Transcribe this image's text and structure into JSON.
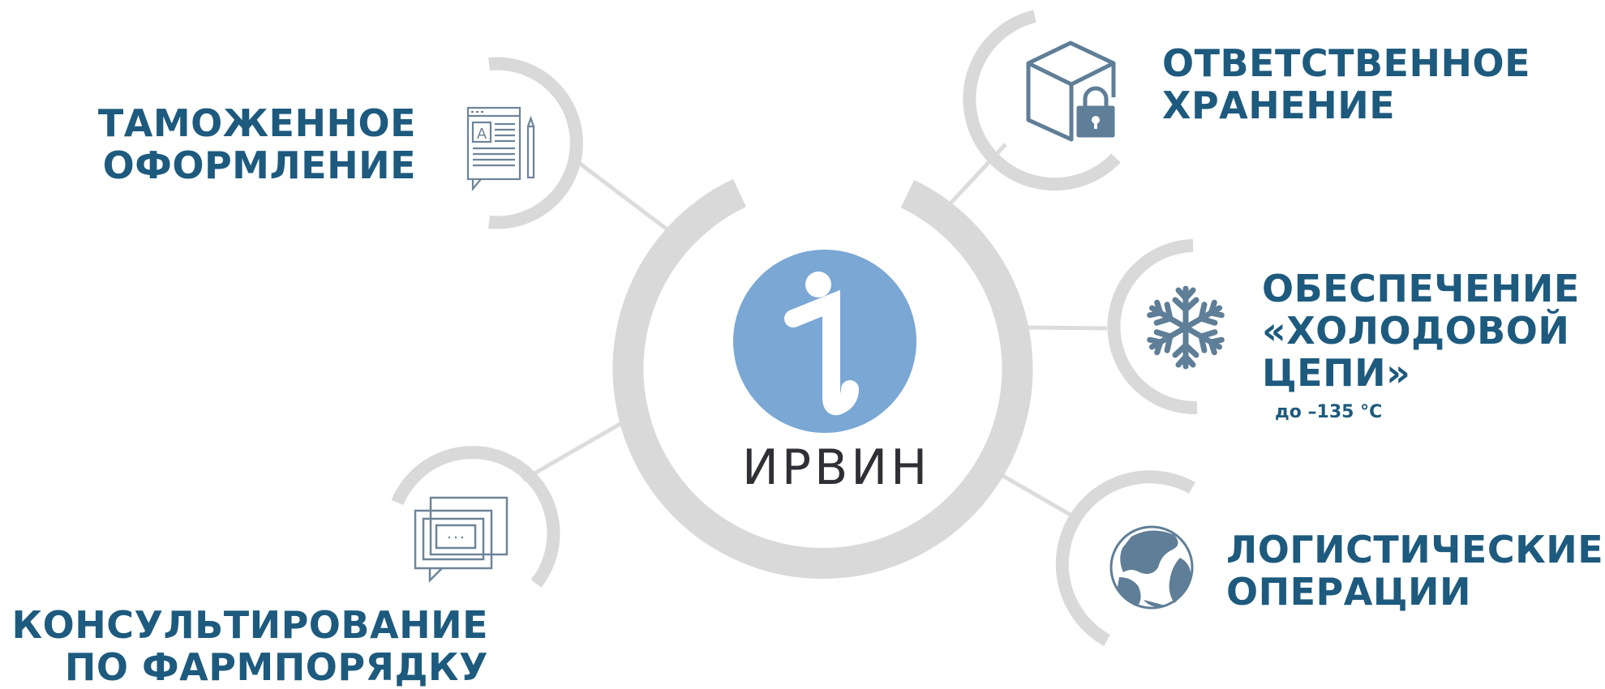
{
  "center": {
    "logo_glyph": "i",
    "brand": "ИРВИН",
    "logo_color": "#7aa7d4"
  },
  "services": [
    {
      "lines": [
        "ТАМОЖЕННОЕ",
        "ОФОРМЛЕНИЕ"
      ],
      "icon": "customs-document-icon"
    },
    {
      "lines": [
        "ОТВЕТСТВЕННОЕ",
        "ХРАНЕНИЕ"
      ],
      "icon": "locked-box-icon"
    },
    {
      "lines": [
        "ОБЕСПЕЧЕНИЕ",
        "«ХОЛОДОВОЙ",
        "ЦЕПИ»"
      ],
      "note": "до –135 °С",
      "icon": "snowflake-icon"
    },
    {
      "lines": [
        "ЛОГИСТИЧЕСКИЕ",
        "ОПЕРАЦИИ"
      ],
      "icon": "globe-icon"
    },
    {
      "lines": [
        "КОНСУЛЬТИРОВАНИЕ",
        "ПО ФАРМПОРЯДКУ"
      ],
      "icon": "chat-window-icon"
    }
  ],
  "colors": {
    "heading": "#1d5a7e",
    "ring": "#d9d9d9",
    "icon": "#5f7e97"
  }
}
